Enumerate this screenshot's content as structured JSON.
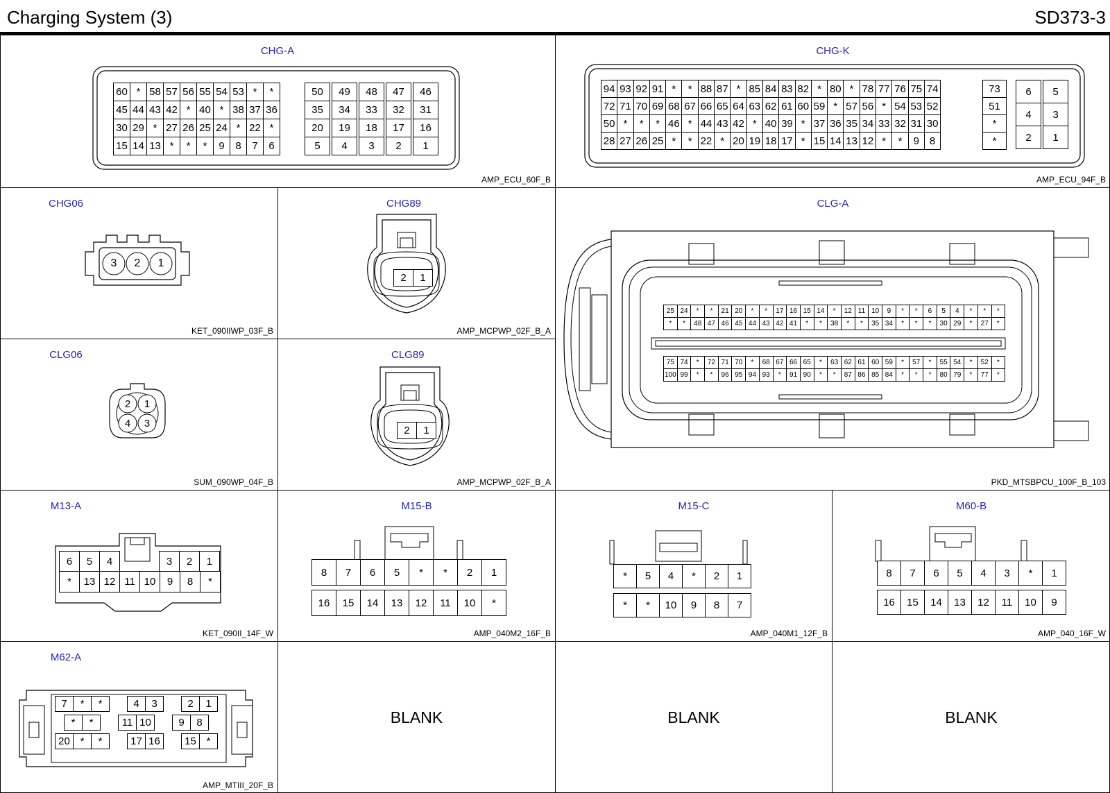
{
  "header": {
    "title": "Charging System (3)",
    "code": "SD373-3"
  },
  "connectors": {
    "chg_a": {
      "name": "CHG-A",
      "part": "AMP_ECU_60F_B",
      "main": [
        "60",
        "*",
        "58",
        "57",
        "56",
        "55",
        "54",
        "53",
        "*",
        "*",
        "45",
        "44",
        "43",
        "42",
        "*",
        "40",
        "*",
        "38",
        "37",
        "36",
        "30",
        "29",
        "*",
        "27",
        "26",
        "25",
        "24",
        "*",
        "22",
        "*",
        "15",
        "14",
        "13",
        "*",
        "*",
        "*",
        "9",
        "8",
        "7",
        "6"
      ],
      "right": [
        "50",
        "49",
        "48",
        "47",
        "46",
        "35",
        "34",
        "33",
        "32",
        "31",
        "20",
        "19",
        "18",
        "17",
        "16",
        "5",
        "4",
        "3",
        "2",
        "1"
      ]
    },
    "chg_k": {
      "name": "CHG-K",
      "part": "AMP_ECU_94F_B",
      "main": [
        "94",
        "93",
        "92",
        "91",
        "*",
        "*",
        "88",
        "87",
        "*",
        "85",
        "84",
        "83",
        "82",
        "*",
        "80",
        "*",
        "78",
        "77",
        "76",
        "75",
        "74",
        "72",
        "71",
        "70",
        "69",
        "68",
        "67",
        "66",
        "65",
        "64",
        "63",
        "62",
        "61",
        "60",
        "59",
        "*",
        "57",
        "56",
        "*",
        "54",
        "53",
        "52",
        "50",
        "*",
        "*",
        "*",
        "46",
        "*",
        "44",
        "43",
        "42",
        "*",
        "40",
        "39",
        "*",
        "37",
        "36",
        "35",
        "34",
        "33",
        "32",
        "31",
        "30",
        "28",
        "27",
        "26",
        "25",
        "*",
        "*",
        "22",
        "*",
        "20",
        "19",
        "18",
        "17",
        "*",
        "15",
        "14",
        "13",
        "12",
        "*",
        "*",
        "9",
        "8"
      ],
      "col": [
        "73",
        "51",
        "*",
        "*"
      ],
      "right": [
        "6",
        "5",
        "4",
        "3",
        "2",
        "1"
      ]
    },
    "chg06": {
      "name": "CHG06",
      "part": "KET_090IIWP_03F_B",
      "pins": [
        "3",
        "2",
        "1"
      ]
    },
    "chg89": {
      "name": "CHG89",
      "part": "AMP_MCPWP_02F_B_A",
      "pins": [
        "2",
        "1"
      ]
    },
    "clg06": {
      "name": "CLG06",
      "part": "SUM_090WP_04F_B",
      "pins": [
        "2",
        "1",
        "4",
        "3"
      ]
    },
    "clg89": {
      "name": "CLG89",
      "part": "AMP_MCPWP_02F_B_A",
      "pins": [
        "2",
        "1"
      ]
    },
    "clg_a": {
      "name": "CLG-A",
      "part": "PKD_MTSBPCU_100F_B_103",
      "rows": [
        [
          "25",
          "24",
          "*",
          "*",
          "21",
          "20",
          "*",
          "*",
          "17",
          "16",
          "15",
          "14",
          "*",
          "12",
          "11",
          "10",
          "9",
          "*",
          "*",
          "6",
          "5",
          "4",
          "*",
          "*",
          "*"
        ],
        [
          "*",
          "*",
          "48",
          "47",
          "46",
          "45",
          "44",
          "43",
          "42",
          "41",
          "*",
          "*",
          "38",
          "*",
          "*",
          "35",
          "34",
          "*",
          "*",
          "*",
          "30",
          "29",
          "*",
          "27",
          "*"
        ],
        [
          "75",
          "74",
          "*",
          "72",
          "71",
          "70",
          "*",
          "68",
          "67",
          "66",
          "65",
          "*",
          "63",
          "62",
          "61",
          "60",
          "59",
          "*",
          "57",
          "*",
          "55",
          "54",
          "*",
          "52",
          "*"
        ],
        [
          "100",
          "99",
          "*",
          "*",
          "96",
          "95",
          "94",
          "93",
          "*",
          "91",
          "90",
          "*",
          "*",
          "87",
          "86",
          "85",
          "84",
          "*",
          "*",
          "*",
          "80",
          "79",
          "*",
          "77",
          "*"
        ]
      ]
    },
    "m13_a": {
      "name": "M13-A",
      "part": "KET_090II_14F_W",
      "top_left": [
        "6",
        "5",
        "4"
      ],
      "top_right": [
        "3",
        "2",
        "1"
      ],
      "bottom": [
        "*",
        "13",
        "12",
        "11",
        "10",
        "9",
        "8",
        "*"
      ]
    },
    "m15_b": {
      "name": "M15-B",
      "part": "AMP_040M2_16F_B",
      "top": [
        "8",
        "7",
        "6",
        "5",
        "*",
        "*",
        "2",
        "1"
      ],
      "bottom": [
        "16",
        "15",
        "14",
        "13",
        "12",
        "11",
        "10",
        "*"
      ]
    },
    "m15_c": {
      "name": "M15-C",
      "part": "AMP_040M1_12F_B",
      "top": [
        "*",
        "5",
        "4",
        "*",
        "2",
        "1"
      ],
      "bottom": [
        "*",
        "*",
        "10",
        "9",
        "8",
        "7"
      ]
    },
    "m60_b": {
      "name": "M60-B",
      "part": "AMP_040_16F_W",
      "top": [
        "8",
        "7",
        "6",
        "5",
        "4",
        "3",
        "*",
        "1"
      ],
      "bottom": [
        "16",
        "15",
        "14",
        "13",
        "12",
        "11",
        "10",
        "9"
      ]
    },
    "m62_a": {
      "name": "M62-A",
      "part": "AMP_MTIII_20F_B",
      "row1": [
        "7",
        "*",
        "*",
        "",
        "4",
        "3",
        "",
        "2",
        "1"
      ],
      "row2": [
        "*",
        "*",
        "",
        "11",
        "10",
        "",
        "9",
        "8"
      ],
      "row3": [
        "20",
        "*",
        "*",
        "",
        "17",
        "16",
        "",
        "15",
        "*"
      ]
    }
  },
  "blanks": [
    "BLANK",
    "BLANK",
    "BLANK"
  ]
}
